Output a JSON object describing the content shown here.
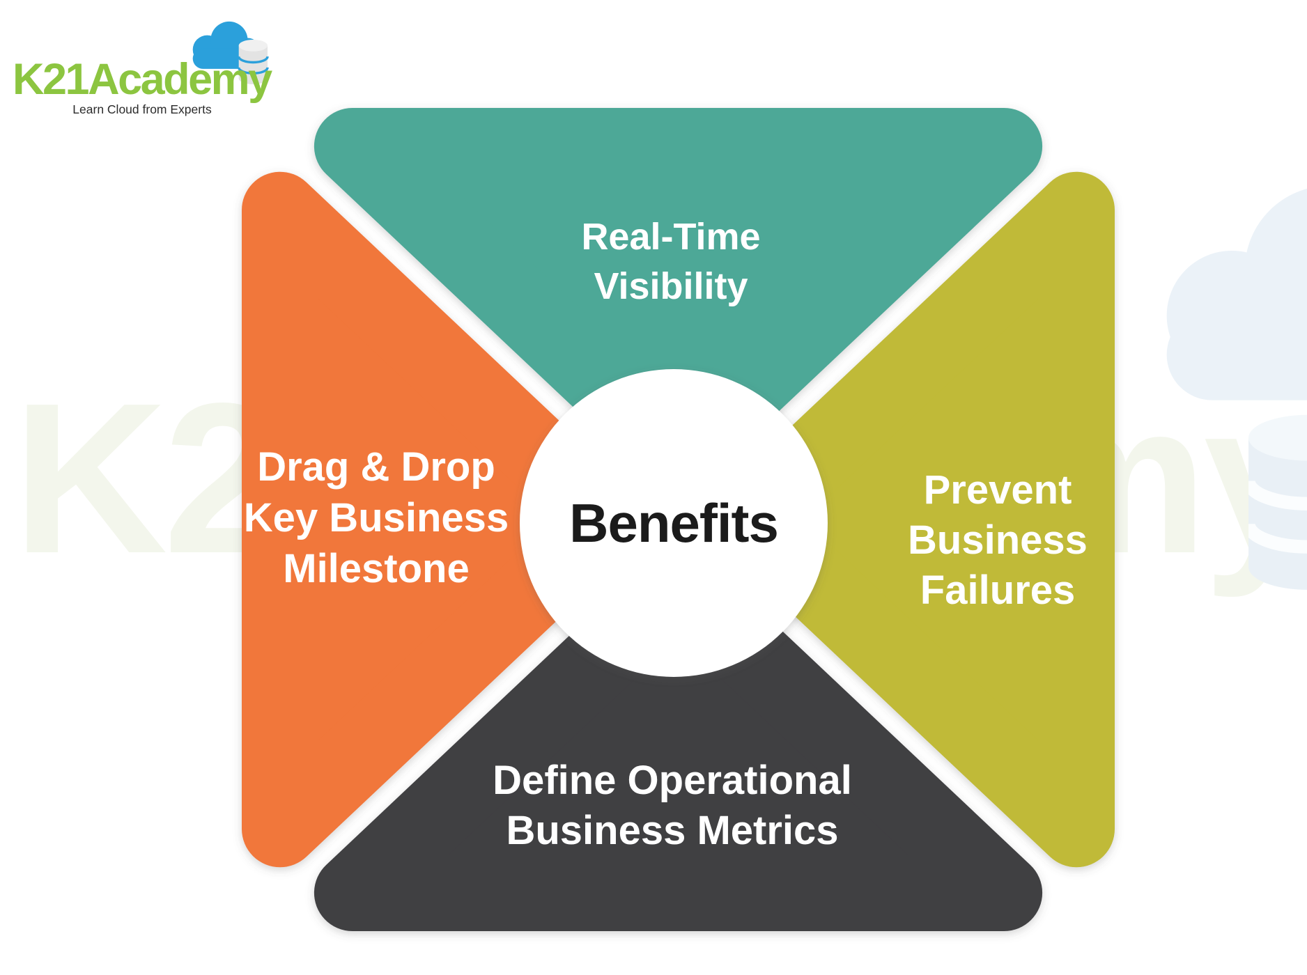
{
  "logo": {
    "title": "K21Academy",
    "tagline": "Learn Cloud from Experts"
  },
  "watermark": {
    "text": "K21Academy"
  },
  "diagram": {
    "center_label": "Benefits",
    "sections": {
      "top": {
        "lines": [
          "Real-Time",
          "Visibility"
        ],
        "color": "#4EA897"
      },
      "left": {
        "lines": [
          "Drag & Drop",
          "Key Business",
          "Milestone"
        ],
        "color": "#F1773A"
      },
      "right": {
        "lines": [
          "Prevent",
          "Business",
          "Failures"
        ],
        "color": "#C0BA37"
      },
      "bottom": {
        "lines": [
          "Define Operational",
          "Business Metrics"
        ],
        "color": "#403F43"
      }
    }
  },
  "colors": {
    "logo_green": "#8CC540",
    "cloud_blue": "#2BA0DB",
    "teal": "#4EA897",
    "orange": "#F1773A",
    "olive": "#C0BA37",
    "dark_gray": "#403F43",
    "center_text": "#1B1B1B",
    "watermark_green": "#F3F6EC",
    "watermark_blue": "#EBF2F8"
  }
}
